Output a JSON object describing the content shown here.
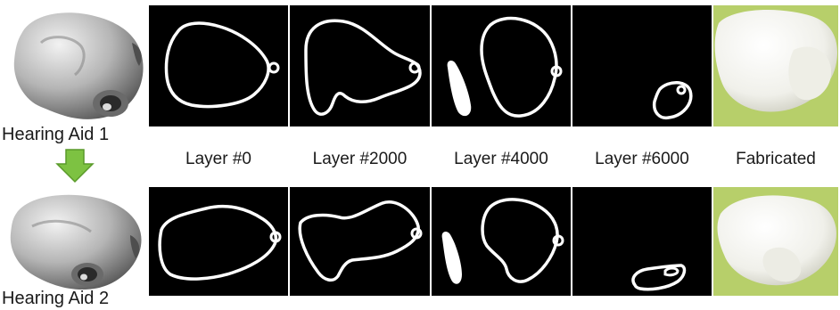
{
  "rows": [
    {
      "model_label": "Hearing Aid 1"
    },
    {
      "model_label": "Hearing Aid 2"
    }
  ],
  "columns": [
    "Layer #0",
    "Layer #2000",
    "Layer #4000",
    "Layer #6000",
    "Fabricated"
  ],
  "colors": {
    "slice_background": "#000000",
    "slice_contour": "#ffffff",
    "arrow_fill": "#7dc242",
    "arrow_stroke": "#5a9a2a",
    "model_gray": "#b9b9b9",
    "fabricated_white": "#f4f4ef",
    "fabricated_background": "#b7cf6a"
  }
}
